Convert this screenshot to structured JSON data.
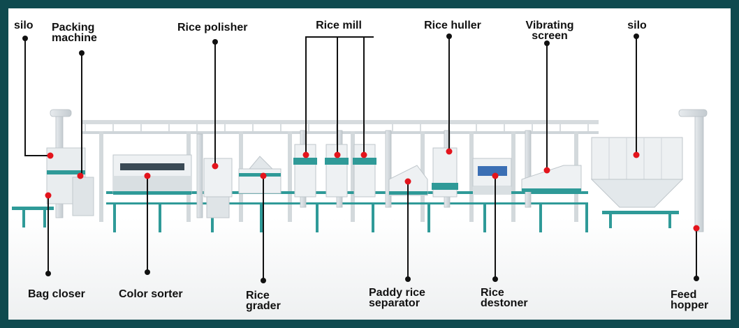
{
  "labels": {
    "silo_left": "silo",
    "packing_machine": "Packing\nmachine",
    "rice_polisher": "Rice polisher",
    "rice_mill": "Rice mill",
    "rice_huller": "Rice huller",
    "vibrating_screen": "Vibrating\nscreen",
    "silo_right": "silo",
    "bag_closer": "Bag closer",
    "color_sorter": "Color sorter",
    "rice_grader": "Rice\ngrader",
    "paddy_rice_separator": "Paddy rice\nseparator",
    "rice_destoner": "Rice\ndestoner",
    "feed_hopper": "Feed\nhopper"
  },
  "colors": {
    "frame": "#0f4a4f",
    "machine_teal": "#2f9a98",
    "pointer_red": "#e3141c",
    "steel": "#c9cfd3"
  }
}
